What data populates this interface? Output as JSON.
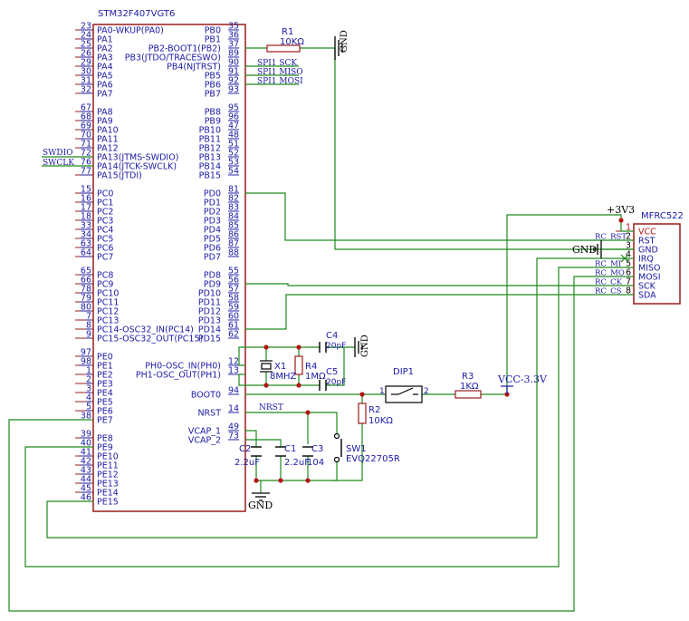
{
  "mcu": {
    "name": "STM32F407VGT6",
    "left_pins": [
      {
        "num": "23",
        "name": "PA0-WKUP(PA0)"
      },
      {
        "num": "24",
        "name": "PA1"
      },
      {
        "num": "25",
        "name": "PA2"
      },
      {
        "num": "26",
        "name": "PA3"
      },
      {
        "num": "29",
        "name": "PA4"
      },
      {
        "num": "30",
        "name": "PA5"
      },
      {
        "num": "31",
        "name": "PA6"
      },
      {
        "num": "32",
        "name": "PA7"
      },
      {
        "num": "67",
        "name": "PA8"
      },
      {
        "num": "68",
        "name": "PA9"
      },
      {
        "num": "69",
        "name": "PA10"
      },
      {
        "num": "70",
        "name": "PA11"
      },
      {
        "num": "71",
        "name": "PA12"
      },
      {
        "num": "72",
        "name": "PA13(JTMS-SWDIO)"
      },
      {
        "num": "76",
        "name": "PA14(JTCK-SWCLK)"
      },
      {
        "num": "77",
        "name": "PA15(JTDI)"
      },
      {
        "num": "15",
        "name": "PC0"
      },
      {
        "num": "16",
        "name": "PC1"
      },
      {
        "num": "17",
        "name": "PC2"
      },
      {
        "num": "18",
        "name": "PC3"
      },
      {
        "num": "33",
        "name": "PC4"
      },
      {
        "num": "34",
        "name": "PC5"
      },
      {
        "num": "63",
        "name": "PC6"
      },
      {
        "num": "64",
        "name": "PC7"
      },
      {
        "num": "65",
        "name": "PC8"
      },
      {
        "num": "66",
        "name": "PC9"
      },
      {
        "num": "78",
        "name": "PC10"
      },
      {
        "num": "79",
        "name": "PC11"
      },
      {
        "num": "80",
        "name": "PC12"
      },
      {
        "num": "7",
        "name": "PC13"
      },
      {
        "num": "8",
        "name": "PC14-OSC32_IN(PC14)"
      },
      {
        "num": "9",
        "name": "PC15-OSC32_OUT(PC15)"
      },
      {
        "num": "97",
        "name": "PE0"
      },
      {
        "num": "98",
        "name": "PE1"
      },
      {
        "num": "1",
        "name": "PE2"
      },
      {
        "num": "2",
        "name": "PE3"
      },
      {
        "num": "3",
        "name": "PE4"
      },
      {
        "num": "4",
        "name": "PE5"
      },
      {
        "num": "5",
        "name": "PE6"
      },
      {
        "num": "38",
        "name": "PE7"
      },
      {
        "num": "39",
        "name": "PE8"
      },
      {
        "num": "40",
        "name": "PE9"
      },
      {
        "num": "41",
        "name": "PE10"
      },
      {
        "num": "42",
        "name": "PE11"
      },
      {
        "num": "43",
        "name": "PE12"
      },
      {
        "num": "44",
        "name": "PE13"
      },
      {
        "num": "45",
        "name": "PE14"
      },
      {
        "num": "46",
        "name": "PE15"
      }
    ],
    "right_pins": [
      {
        "num": "35",
        "name": "PB0"
      },
      {
        "num": "36",
        "name": "PB1"
      },
      {
        "num": "37",
        "name": "PB2-BOOT1(PB2)"
      },
      {
        "num": "89",
        "name": "PB3(JTDO/TRACESWO)"
      },
      {
        "num": "90",
        "name": "PB4(NJTRST)"
      },
      {
        "num": "91",
        "name": "PB5"
      },
      {
        "num": "92",
        "name": "PB6"
      },
      {
        "num": "93",
        "name": "PB7"
      },
      {
        "num": "95",
        "name": "PB8"
      },
      {
        "num": "96",
        "name": "PB9"
      },
      {
        "num": "47",
        "name": "PB10"
      },
      {
        "num": "48",
        "name": "PB11"
      },
      {
        "num": "51",
        "name": "PB12"
      },
      {
        "num": "52",
        "name": "PB13"
      },
      {
        "num": "53",
        "name": "PB14"
      },
      {
        "num": "54",
        "name": "PB15"
      },
      {
        "num": "81",
        "name": "PD0"
      },
      {
        "num": "82",
        "name": "PD1"
      },
      {
        "num": "83",
        "name": "PD2"
      },
      {
        "num": "84",
        "name": "PD3"
      },
      {
        "num": "85",
        "name": "PD4"
      },
      {
        "num": "86",
        "name": "PD5"
      },
      {
        "num": "87",
        "name": "PD6"
      },
      {
        "num": "88",
        "name": "PD7"
      },
      {
        "num": "55",
        "name": "PD8"
      },
      {
        "num": "56",
        "name": "PD9"
      },
      {
        "num": "57",
        "name": "PD10"
      },
      {
        "num": "58",
        "name": "PD11"
      },
      {
        "num": "59",
        "name": "PD12"
      },
      {
        "num": "60",
        "name": "PD13"
      },
      {
        "num": "61",
        "name": "PD14"
      },
      {
        "num": "62",
        "name": "PD15"
      },
      {
        "num": "12",
        "name": "PH0-OSC_IN(PH0)"
      },
      {
        "num": "13",
        "name": "PH1-OSC_OUT(PH1)"
      },
      {
        "num": "94",
        "name": "BOOT0"
      },
      {
        "num": "14",
        "name": "NRST"
      },
      {
        "num": "49",
        "name": "VCAP_1"
      },
      {
        "num": "73",
        "name": "VCAP_2"
      }
    ]
  },
  "rfid": {
    "name": "MFRC522",
    "pins": [
      {
        "num": "1",
        "name": "VCC",
        "net": ""
      },
      {
        "num": "2",
        "name": "RST",
        "net": "RC_RST"
      },
      {
        "num": "3",
        "name": "GND",
        "net": ""
      },
      {
        "num": "4",
        "name": "IRQ",
        "net": ""
      },
      {
        "num": "5",
        "name": "MISO",
        "net": "RC_MI"
      },
      {
        "num": "6",
        "name": "MOSI",
        "net": "RC_MO"
      },
      {
        "num": "7",
        "name": "SCK",
        "net": "RC_CK"
      },
      {
        "num": "8",
        "name": "SDA",
        "net": "RC_CS"
      }
    ]
  },
  "nets": {
    "spi_sck": "SPI1 SCK",
    "spi_miso": "SPI1 MISO",
    "spi_mosi": "SPI1 MOSI",
    "swdio": "SWDIO",
    "swclk": "SWCLK",
    "nrst": "NRST",
    "vcc33": "VCC-3.3V",
    "p3v3": "+3V3",
    "gnd": "GND"
  },
  "parts": {
    "r1": {
      "ref": "R1",
      "val": "10KΩ"
    },
    "r2": {
      "ref": "R2",
      "val": "10KΩ"
    },
    "r3": {
      "ref": "R3",
      "val": "1KΩ"
    },
    "r4": {
      "ref": "R4",
      "val": "1MΩ"
    },
    "x1": {
      "ref": "X1",
      "val": "8MHZ"
    },
    "c1": {
      "ref": "C1",
      "val": "2.2uF"
    },
    "c2": {
      "ref": "C2",
      "val": "2.2uF"
    },
    "c3": {
      "ref": "C3",
      "val": "104"
    },
    "c4": {
      "ref": "C4",
      "val": "20pF"
    },
    "c5": {
      "ref": "C5",
      "val": "20pF"
    },
    "sw1": {
      "ref": "SW1",
      "val": "EVQ22705R"
    },
    "dip1": {
      "ref": "DIP1",
      "pin1": "1",
      "pin2": "2"
    }
  },
  "colors": {
    "wire": "#1f8a1f",
    "body": "#9b1c1c",
    "pin": "#9b1c1c",
    "text": "#1a1aa6",
    "junction": "#b51414",
    "black": "#000000"
  }
}
